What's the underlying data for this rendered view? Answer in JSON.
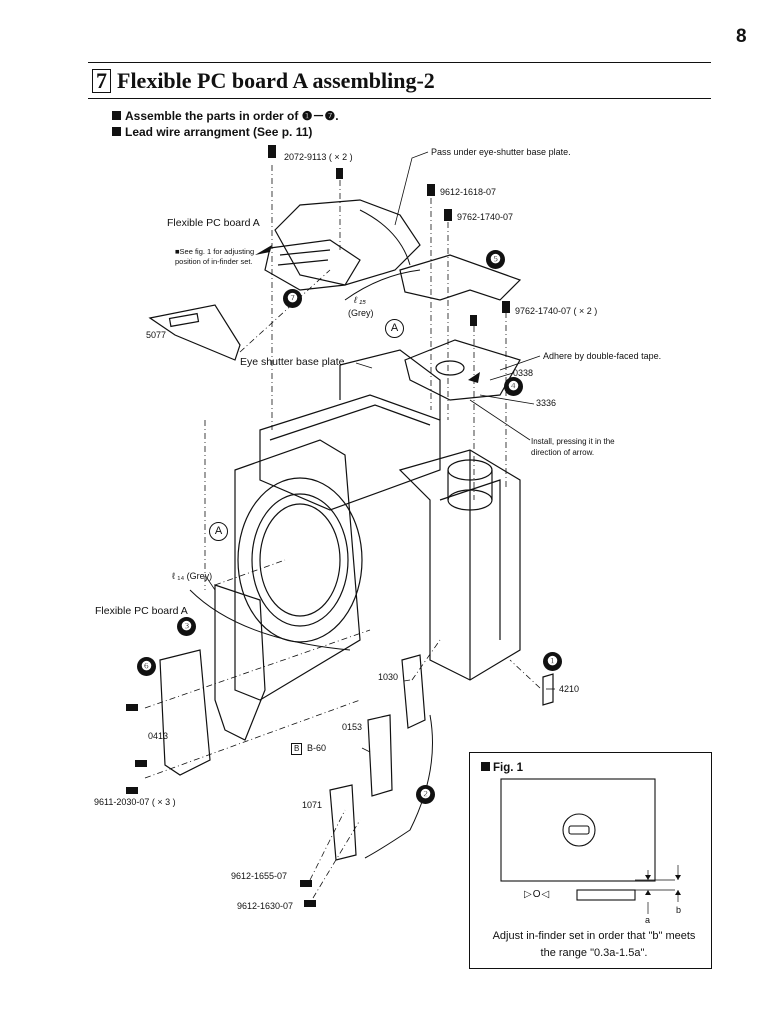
{
  "page": {
    "number": "8"
  },
  "section": {
    "number": "7",
    "title": "Flexible PC board A assembling-2"
  },
  "instructions": [
    "Assemble the parts in order of ❶－❼.",
    "Lead wire arrangment (See p. 11)"
  ],
  "steps": [
    "❶",
    "❷",
    "❸",
    "❹",
    "❺",
    "❻",
    "❼"
  ],
  "callouts": {
    "screw_2072": "2072-9113 ( × 2 )",
    "pass_under": "Pass under eye-shutter base plate.",
    "screw_9612_1618": "9612-1618-07",
    "screw_9762_a": "9762-1740-07",
    "screw_9762_b": "9762-1740-07 ( × 2 )",
    "flex_pcb_top": "Flexible PC board A",
    "see_fig1": "■See fig. 1 for adjusting position of in-finder set.",
    "lead_grey_top_a": "ℓ ₁₅",
    "lead_grey_top_b": "(Grey)",
    "part_5077": "5077",
    "eye_shutter": "Eye shutter base plate",
    "adhere": "Adhere by double-faced tape.",
    "part_0338": "0338",
    "part_3336": "3336",
    "install_press": "Install, pressing it in the direction of arrow.",
    "lead_grey_left": "ℓ ₁₄ (Grey)",
    "flex_pcb_left": "Flexible PC board A",
    "part_1030": "1030",
    "part_4210": "4210",
    "part_0413": "0413",
    "part_0153": "0153",
    "box_b": "B",
    "b60": "B-60",
    "screw_9611": "9611-2030-07 ( × 3 )",
    "part_1071": "1071",
    "screw_9612_1655": "9612-1655-07",
    "screw_9612_1630": "9612-1630-07",
    "marker_a": "A"
  },
  "figure1": {
    "title": "Fig. 1",
    "symbols": "▷O◁",
    "dim_a": "a",
    "dim_b": "b",
    "caption": "Adjust in-finder set in order that \"b\" meets the range \"0.3a-1.5a\"."
  }
}
